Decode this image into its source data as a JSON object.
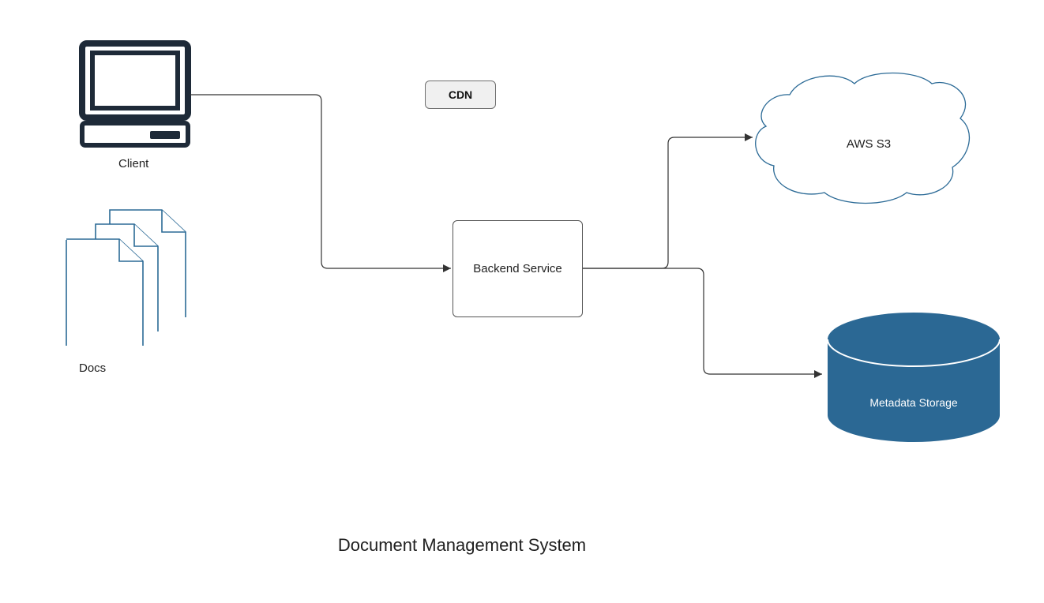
{
  "diagram": {
    "title": "Document Management System",
    "nodes": {
      "client": {
        "label": "Client",
        "icon": "computer-icon"
      },
      "docs": {
        "label": "Docs",
        "icon": "documents-stack-icon"
      },
      "cdn": {
        "label": "CDN"
      },
      "backend": {
        "label": "Backend Service"
      },
      "s3": {
        "label": "AWS S3",
        "icon": "cloud-icon"
      },
      "metadata": {
        "label": "Metadata Storage",
        "icon": "database-cylinder-icon"
      }
    },
    "edges": [
      {
        "from": "Client",
        "to": "Backend Service"
      },
      {
        "from": "Backend Service",
        "to": "AWS S3"
      },
      {
        "from": "Backend Service",
        "to": "Metadata Storage"
      }
    ],
    "colors": {
      "icon_dark": "#1e2a38",
      "docs_stroke": "#2b6a96",
      "database_fill": "#2b6894",
      "line": "#333333",
      "cdn_fill": "#f0f0f0"
    }
  }
}
